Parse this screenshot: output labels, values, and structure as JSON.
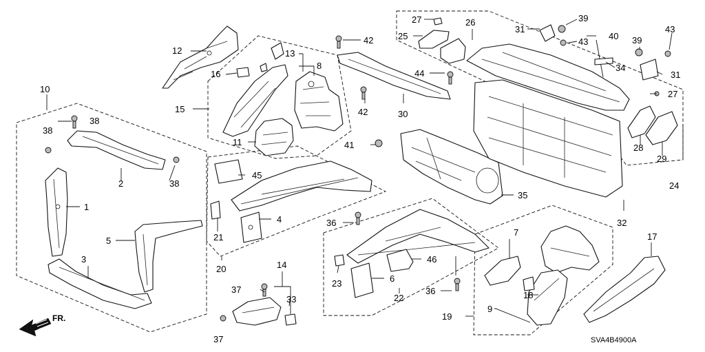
{
  "diagram": {
    "code": "SVA4B4900A",
    "front_arrow_label": "FR.",
    "callouts": {
      "c1": "1",
      "c2": "2",
      "c3": "3",
      "c4": "4",
      "c5": "5",
      "c6": "6",
      "c7": "7",
      "c8": "8",
      "c9": "9",
      "c10": "10",
      "c11": "11",
      "c12": "12",
      "c13": "13",
      "c14": "14",
      "c15": "15",
      "c16": "16",
      "c17": "17",
      "c18": "18",
      "c19": "19",
      "c20": "20",
      "c21": "21",
      "c22": "22",
      "c23": "23",
      "c24": "24",
      "c25": "25",
      "c26": "26",
      "c27a": "27",
      "c27b": "27",
      "c28": "28",
      "c29": "29",
      "c30": "30",
      "c31a": "31",
      "c31b": "31",
      "c32": "32",
      "c33": "33",
      "c34": "34",
      "c35": "35",
      "c36a": "36",
      "c36b": "36",
      "c37a": "37",
      "c37b": "37",
      "c38a": "38",
      "c38b": "38",
      "c38c": "38",
      "c39a": "39",
      "c39b": "39",
      "c40": "40",
      "c41": "41",
      "c42a": "42",
      "c42b": "42",
      "c43a": "43",
      "c43b": "43",
      "c44": "44",
      "c45": "45",
      "c46": "46"
    }
  }
}
